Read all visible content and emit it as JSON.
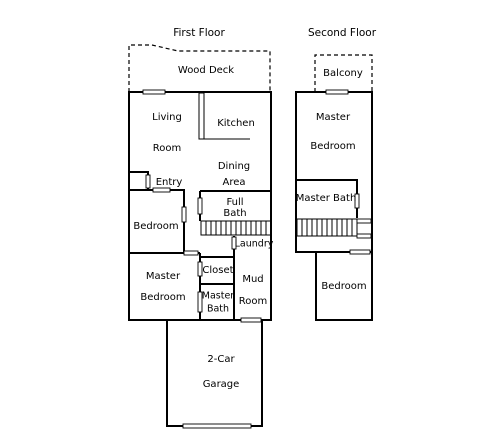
{
  "floors": {
    "first": "First Floor",
    "second": "Second Floor"
  },
  "rooms": {
    "wood_deck": "Wood Deck",
    "living_1": "Living",
    "living_2": "Room",
    "kitchen": "Kitchen",
    "dining_1": "Dining",
    "dining_2": "Area",
    "entry": "Entry",
    "full_bath_1": "Full",
    "full_bath_2": "Bath",
    "bedroom_first": "Bedroom",
    "laundry": "Laundry",
    "closet": "Closet",
    "master_first_1": "Master",
    "master_first_2": "Bedroom",
    "master_bath_first_1": "Master",
    "master_bath_first_2": "Bath",
    "mud_1": "Mud",
    "mud_2": "Room",
    "garage_1": "2-Car",
    "garage_2": "Garage",
    "balcony": "Balcony",
    "master_second_1": "Master",
    "master_second_2": "Bedroom",
    "master_bath_second": "Master Bath",
    "bedroom_second": "Bedroom"
  },
  "colors": {
    "line": "#000000",
    "background": "#ffffff"
  }
}
